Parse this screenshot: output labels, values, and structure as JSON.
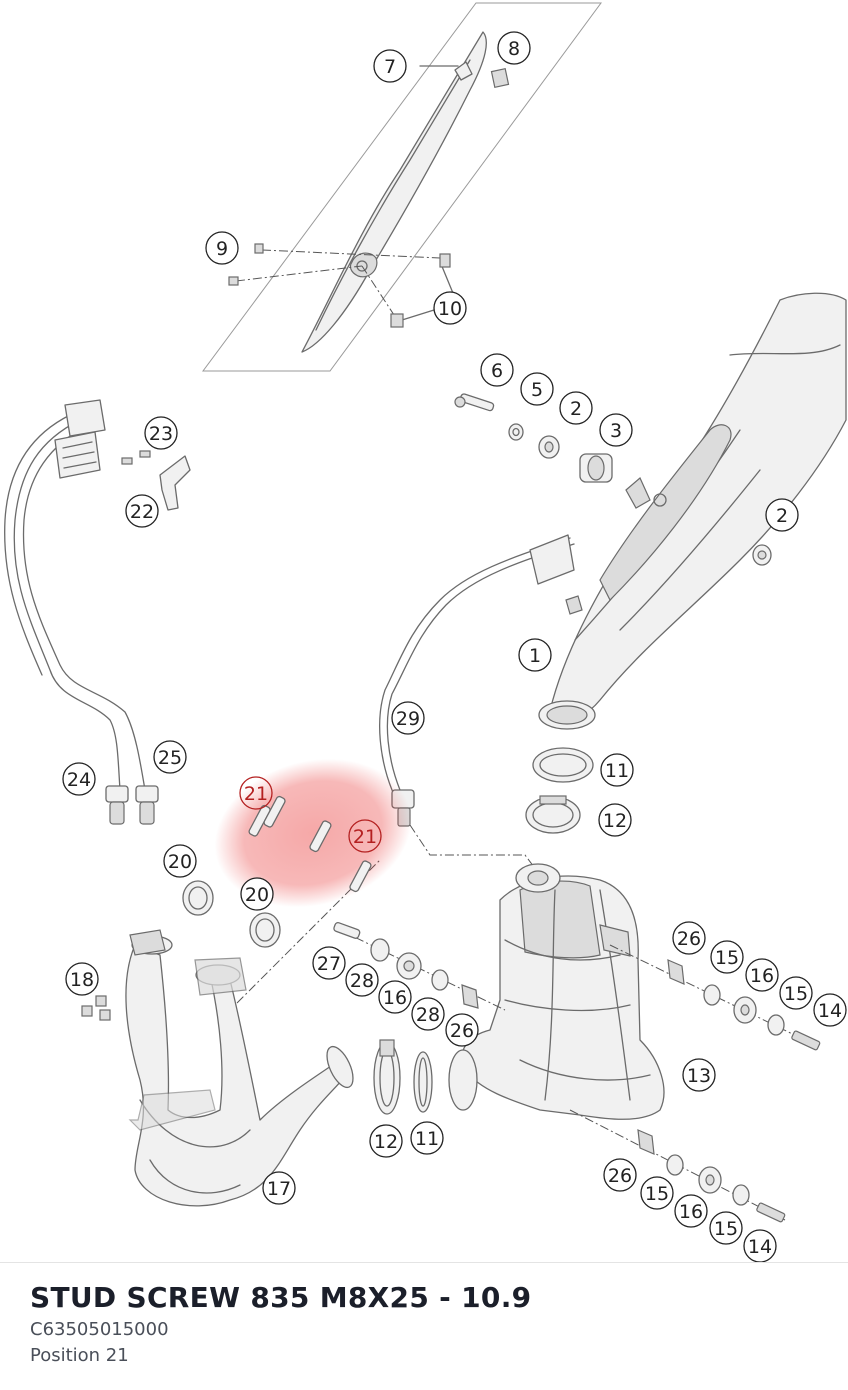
{
  "diagram": {
    "highlight_color": "#e8302f",
    "callouts": [
      {
        "label": "7"
      },
      {
        "label": "8"
      },
      {
        "label": "9"
      },
      {
        "label": "10"
      },
      {
        "label": "6"
      },
      {
        "label": "5"
      },
      {
        "label": "2"
      },
      {
        "label": "3"
      },
      {
        "label": "23"
      },
      {
        "label": "22"
      },
      {
        "label": "2"
      },
      {
        "label": "1"
      },
      {
        "label": "29"
      },
      {
        "label": "24"
      },
      {
        "label": "25"
      },
      {
        "label": "21"
      },
      {
        "label": "21"
      },
      {
        "label": "11"
      },
      {
        "label": "12"
      },
      {
        "label": "20"
      },
      {
        "label": "20"
      },
      {
        "label": "26"
      },
      {
        "label": "15"
      },
      {
        "label": "16"
      },
      {
        "label": "15"
      },
      {
        "label": "14"
      },
      {
        "label": "27"
      },
      {
        "label": "28"
      },
      {
        "label": "16"
      },
      {
        "label": "28"
      },
      {
        "label": "26"
      },
      {
        "label": "18"
      },
      {
        "label": "13"
      },
      {
        "label": "12"
      },
      {
        "label": "11"
      },
      {
        "label": "17"
      },
      {
        "label": "26"
      },
      {
        "label": "15"
      },
      {
        "label": "16"
      },
      {
        "label": "15"
      },
      {
        "label": "14"
      }
    ]
  },
  "part": {
    "title": "STUD SCREW 835 M8X25 - 10.9",
    "number": "C63505015000",
    "position": "Position 21"
  }
}
